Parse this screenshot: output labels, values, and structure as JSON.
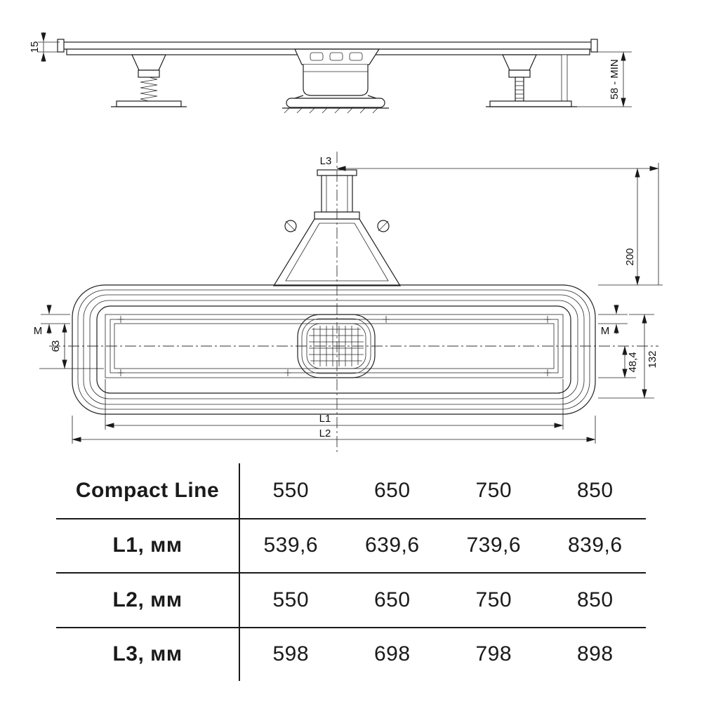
{
  "drawing": {
    "side_view": {
      "dim_edge_height": "15",
      "dim_min_height": "58 - MIN"
    },
    "plan_view": {
      "dim_l3": "L3",
      "dim_200": "200",
      "dim_m_left": "M",
      "dim_m_right": "M",
      "dim_63": "63",
      "dim_48_4": "48,4",
      "dim_132": "132",
      "dim_l1": "L1",
      "dim_l2": "L2"
    }
  },
  "table": {
    "header": {
      "label": "Compact Line",
      "values": [
        "550",
        "650",
        "750",
        "850"
      ]
    },
    "rows": [
      {
        "label": "L1, мм",
        "values": [
          "539,6",
          "639,6",
          "739,6",
          "839,6"
        ]
      },
      {
        "label": "L2, мм",
        "values": [
          "550",
          "650",
          "750",
          "850"
        ]
      },
      {
        "label": "L3, мм",
        "values": [
          "598",
          "698",
          "798",
          "898"
        ]
      }
    ]
  }
}
